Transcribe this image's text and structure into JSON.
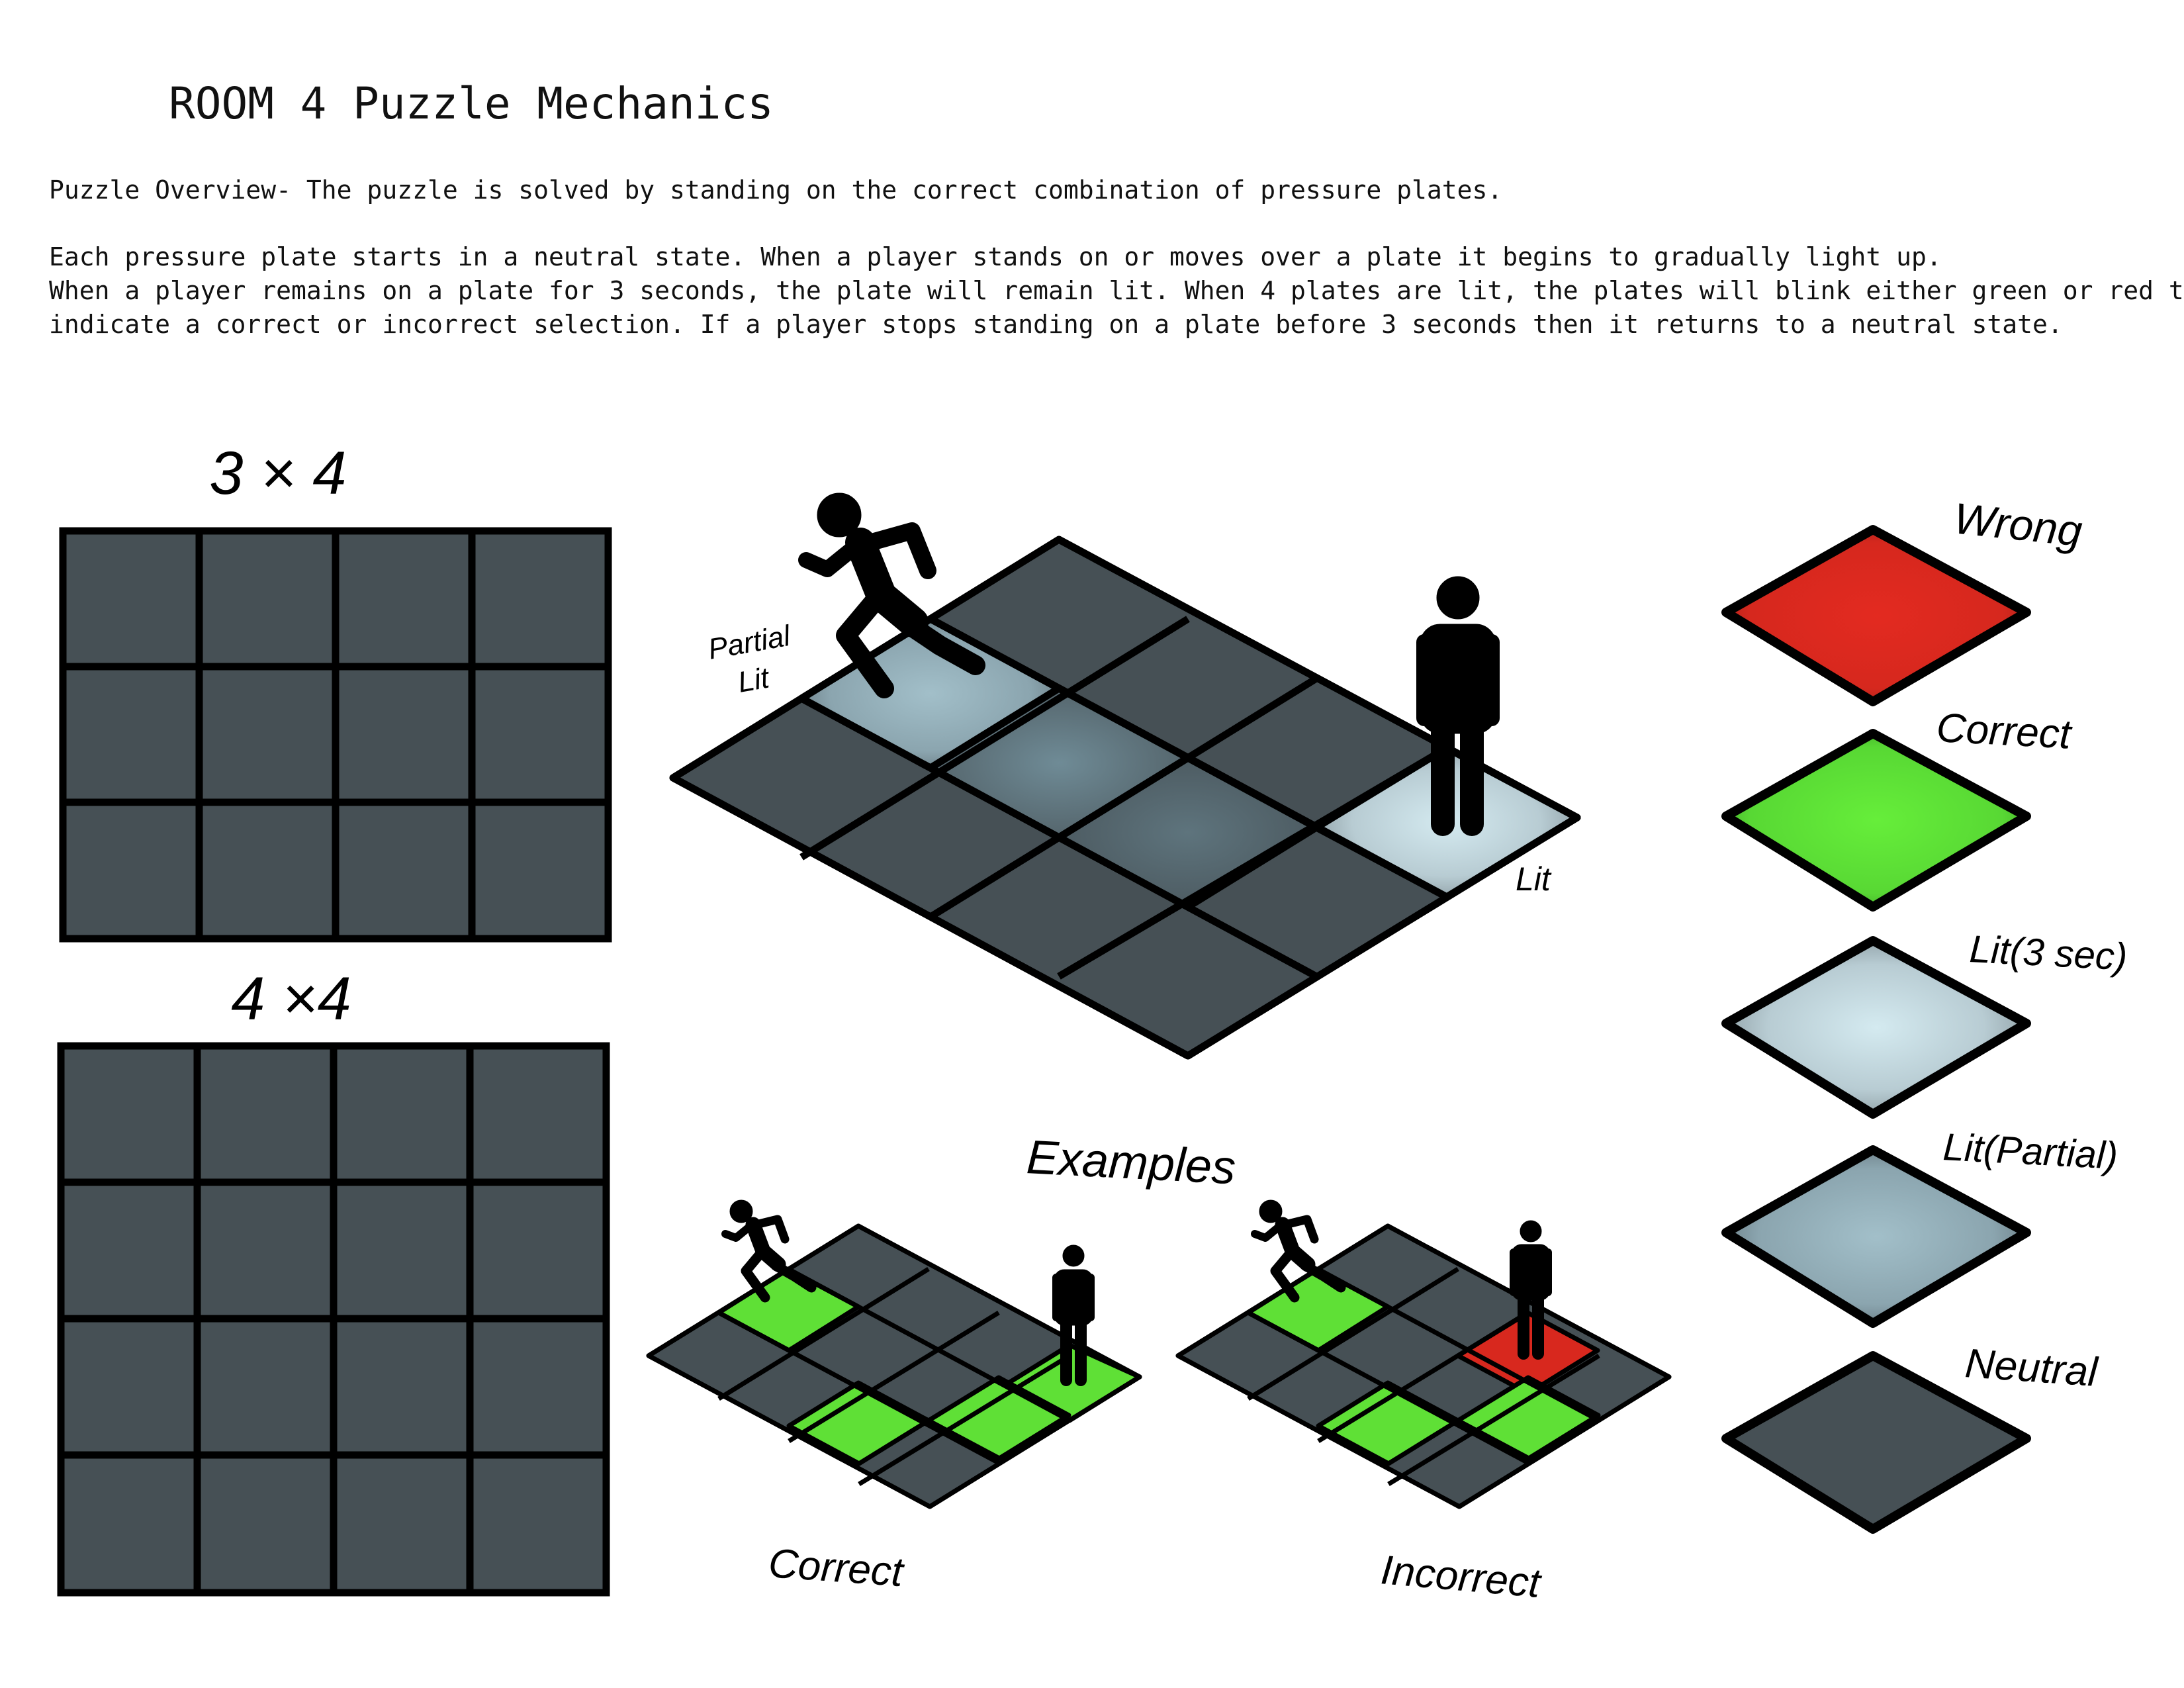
{
  "page": {
    "title": "ROOM 4 Puzzle Mechanics",
    "overview": "Puzzle Overview- The puzzle is solved by standing on the correct combination of pressure plates.",
    "rules_line1": "Each pressure plate starts in a neutral state. When a player stands on or moves over a plate it begins to gradually light up.",
    "rules_line2": "When a player remains on a plate for 3 seconds, the plate will remain lit. When 4 plates are lit, the plates will blink either green or red to",
    "rules_line3": "indicate a correct or incorrect selection. If a player stops standing on a plate before 3 seconds then it returns to a neutral state."
  },
  "grids": {
    "small_label": "3 × 4",
    "large_label": "4 ×4"
  },
  "iso_demo": {
    "partial_label_1": "Partial",
    "partial_label_2": "Lit",
    "lit_label": "Lit"
  },
  "examples": {
    "heading": "Examples",
    "correct_label": "Correct",
    "incorrect_label": "Incorrect"
  },
  "legend": {
    "wrong": "Wrong",
    "correct": "Correct",
    "lit_full": "Lit(3 sec)",
    "lit_partial": "Lit(Partial)",
    "neutral": "Neutral"
  },
  "colors": {
    "plate": "#465055",
    "border": "#000000",
    "wrong": "#d8281e",
    "correct": "#5fe036",
    "lit_full": "#cfe3ea",
    "lit_partial": "#8fabb6",
    "neutral": "#465055"
  }
}
